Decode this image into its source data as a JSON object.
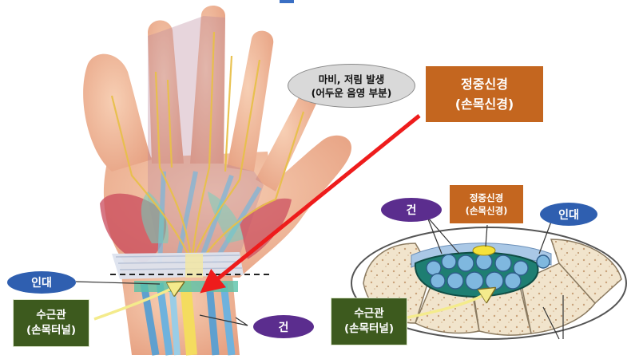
{
  "labels": {
    "symptom": "마비, 저림 발생\n(어두운 음영 부분)",
    "median_nerve_main": "정중신경\n(손목신경)",
    "median_nerve_small": "정중신경\n(손목신경)",
    "ligament_left": "인대",
    "ligament_right": "인대",
    "tendon_left": "건",
    "tendon_right": "건",
    "tunnel_left": "수근관\n(손목터널)",
    "tunnel_right": "수근관\n(손목터널)"
  },
  "colors": {
    "skin": "#f2b99a",
    "skin_dark": "#e39b7c",
    "nerve": "#f2d36b",
    "red_arrow": "#ee1c1c",
    "yellow_arrow": "#f4eb8c",
    "ligament_purple": "#5b2d8e",
    "ligament_blue": "#2f5fb0",
    "tunnel_green": "#3d5a1e",
    "nerve_orange": "#c4661f",
    "bone": "#f1e4cc",
    "tendon_blue": "#6fa8d8"
  }
}
